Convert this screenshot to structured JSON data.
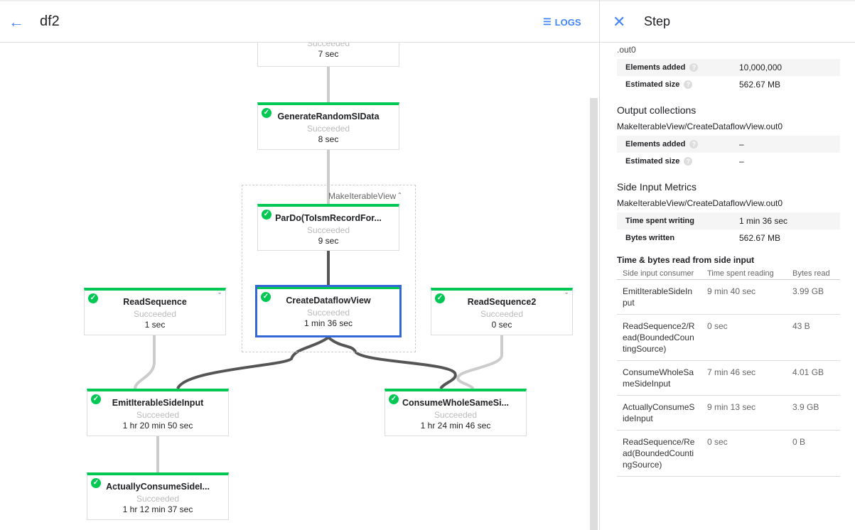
{
  "header": {
    "title": "df2",
    "logs_label": "LOGS"
  },
  "graph": {
    "group_label": "MakeIterableView",
    "nodes": [
      {
        "name": "",
        "status": "Succeeded",
        "time": "7 sec"
      },
      {
        "name": "GenerateRandomSIData",
        "status": "Succeeded",
        "time": "8 sec"
      },
      {
        "name": "ParDo(ToIsmRecordFor...",
        "status": "Succeeded",
        "time": "9 sec"
      },
      {
        "name": "CreateDataflowView",
        "status": "Succeeded",
        "time": "1 min 36 sec"
      },
      {
        "name": "ReadSequence",
        "status": "Succeeded",
        "time": "1 sec"
      },
      {
        "name": "ReadSequence2",
        "status": "Succeeded",
        "time": "0 sec"
      },
      {
        "name": "EmitIterableSideInput",
        "status": "Succeeded",
        "time": "1 hr 20 min 50 sec"
      },
      {
        "name": "ConsumeWholeSameSi...",
        "status": "Succeeded",
        "time": "1 hr 24 min 46 sec"
      },
      {
        "name": "ActuallyConsumeSideI...",
        "status": "Succeeded",
        "time": "1 hr 12 min 37 sec"
      }
    ]
  },
  "panel": {
    "title": "Step",
    "input_tail": ".out0",
    "input_metrics": [
      {
        "k": "Elements added",
        "v": "10,000,000"
      },
      {
        "k": "Estimated size",
        "v": "562.67 MB"
      }
    ],
    "output_title": "Output collections",
    "output_name": "MakeIterableView/CreateDataflowView.out0",
    "output_metrics": [
      {
        "k": "Elements added",
        "v": "–"
      },
      {
        "k": "Estimated size",
        "v": "–"
      }
    ],
    "side_title": "Side Input Metrics",
    "side_name": "MakeIterableView/CreateDataflowView.out0",
    "side_metrics": [
      {
        "k": "Time spent writing",
        "v": "1 min 36 sec"
      },
      {
        "k": "Bytes written",
        "v": "562.67 MB"
      }
    ],
    "read_title": "Time & bytes read from side input",
    "read_headers": [
      "Side input consumer",
      "Time spent reading",
      "Bytes read"
    ],
    "read_rows": [
      [
        "EmitIterableSideInput",
        "9 min 40 sec",
        "3.99 GB"
      ],
      [
        "ReadSequence2/Read(BoundedCountingSource)",
        "0 sec",
        "43 B"
      ],
      [
        "ConsumeWholeSameSideInput",
        "7 min 46 sec",
        "4.01 GB"
      ],
      [
        "ActuallyConsumeSideInput",
        "9 min 13 sec",
        "3.9 GB"
      ],
      [
        "ReadSequence/Read(BoundedCountingSource)",
        "0 sec",
        "0 B"
      ]
    ]
  }
}
